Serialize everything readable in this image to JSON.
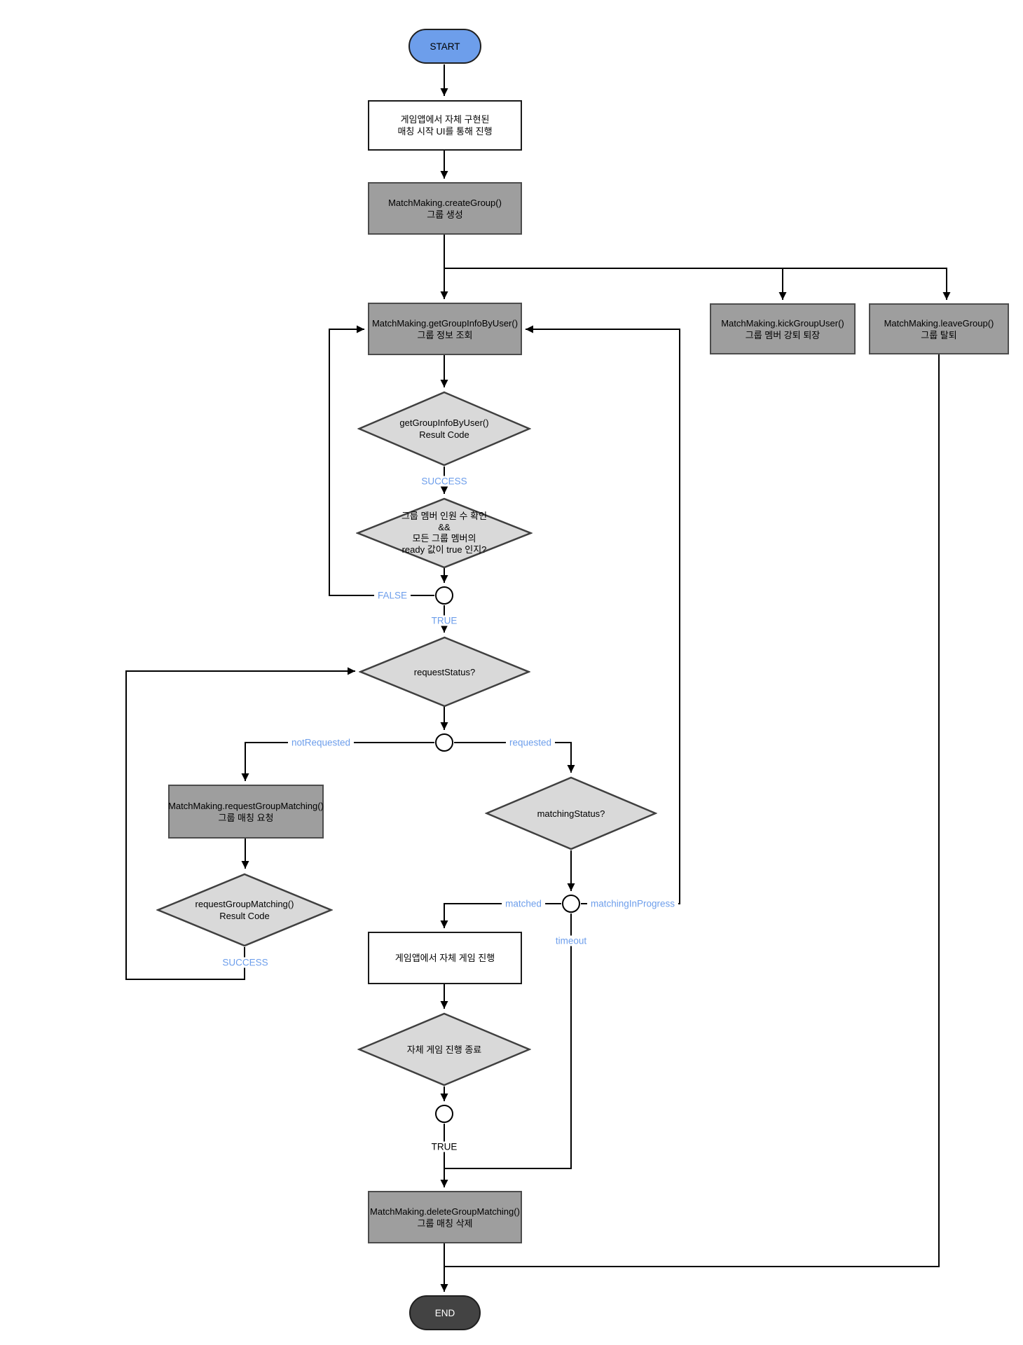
{
  "diagram_type": "flowchart",
  "nodes": {
    "start": {
      "label": "START"
    },
    "matching_ui": {
      "line1": "게임앱에서 자체 구현된",
      "line2": "매칭 시작 UI를 통해 진행"
    },
    "create_group": {
      "line1": "MatchMaking.createGroup()",
      "line2": "그룹 생성"
    },
    "get_group_info": {
      "line1": "MatchMaking.getGroupInfoByUser()",
      "line2": "그룹 정보 조회"
    },
    "kick_group_user": {
      "line1": "MatchMaking.kickGroupUser()",
      "line2": "그룹 멤버 강퇴 퇴장"
    },
    "leave_group": {
      "line1": "MatchMaking.leaveGroup()",
      "line2": "그룹 탈퇴"
    },
    "result_get_group_info": {
      "line1": "getGroupInfoByUser()",
      "line2": "Result Code"
    },
    "ready_check": {
      "line1": "그룹 멤버 인원 수 확인",
      "line2": "&&",
      "line3": "모든 그룹 멤버의",
      "line4": "ready 값이 true 인지?"
    },
    "request_status": {
      "label": "requestStatus?"
    },
    "request_group_matching": {
      "line1": "MatchMaking.requestGroupMatching()",
      "line2": "그룹 매칭 요청"
    },
    "result_request_matching": {
      "line1": "requestGroupMatching()",
      "line2": "Result Code"
    },
    "matching_status": {
      "label": "matchingStatus?"
    },
    "game_play": {
      "label": "게임앱에서 자체 게임 진행"
    },
    "game_end": {
      "label": "자체 게임 진행 종료"
    },
    "delete_group_matching": {
      "line1": "MatchMaking.deleteGroupMatching()",
      "line2": "그룹 매칭 삭제"
    },
    "end": {
      "label": "END"
    }
  },
  "edge_labels": {
    "get_info_success": "SUCCESS",
    "ready_false": "FALSE",
    "ready_true": "TRUE",
    "not_requested": "notRequested",
    "requested": "requested",
    "request_success": "SUCCESS",
    "matched": "matched",
    "matching_in_progress": "matchingInProgress",
    "timeout": "timeout",
    "game_end_true": "TRUE"
  },
  "colors": {
    "start_fill": "#6d9eeb",
    "end_fill": "#434343",
    "process_fill": "#9e9e9e",
    "io_fill": "#ffffff",
    "decision_fill": "#d9d9d9",
    "edge_label_blue": "#6d9eeb",
    "line": "#000000"
  }
}
